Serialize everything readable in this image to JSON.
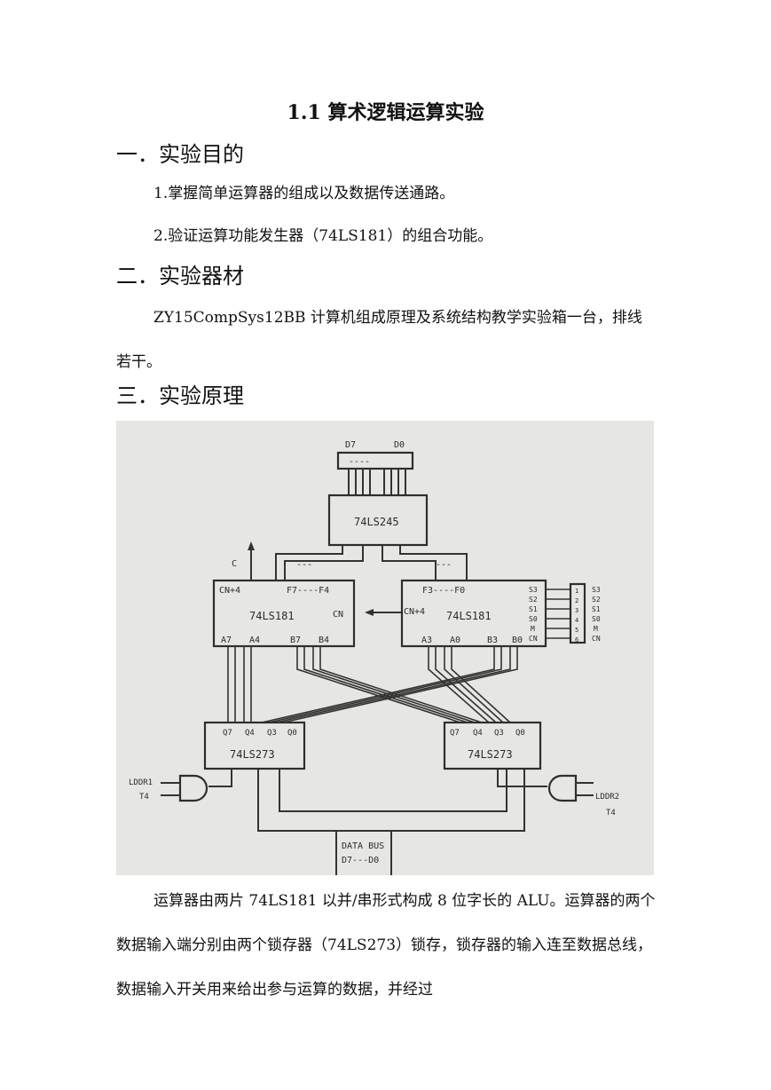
{
  "doc": {
    "title": "1.1 算术逻辑运算实验",
    "sections": [
      {
        "heading": "一．实验目的",
        "items": [
          "1.掌握简单运算器的组成以及数据传送通路。",
          "2.验证运算功能发生器（74LS181）的组合功能。"
        ]
      },
      {
        "heading": "二．实验器材",
        "text": "ZY15CompSys12BB 计算机组成原理及系统结构教学实验箱一台，排线若干。"
      },
      {
        "heading": "三．实验原理",
        "text": "运算器由两片 74LS181 以并/串形式构成 8 位字长的 ALU。运算器的两个数据输入端分别由两个锁存器（74LS273）锁存，锁存器的输入连至数据总线，数据输入开关用来给出参与运算的数据，并经过"
      }
    ]
  },
  "figure": {
    "bus_top": {
      "left": "D7",
      "right": "D0",
      "dashes": "----"
    },
    "transceiver": "74LS245",
    "alu_left": {
      "name": "74LS181",
      "cn4": "CN+4",
      "f": "F7----F4",
      "cn": "CN",
      "a_hi": "A7",
      "a_lo": "A4",
      "b_hi": "B7",
      "b_lo": "B4"
    },
    "alu_right": {
      "name": "74LS181",
      "cn4": "CN+4",
      "f": "F3----F0",
      "a_hi": "A3",
      "a_lo": "A0",
      "b_hi": "B3",
      "b_lo": "B0",
      "ctrl": [
        "S3",
        "S2",
        "S1",
        "S0",
        "M",
        "CN"
      ]
    },
    "dashes": "---",
    "latch_left": {
      "name": "74LS273",
      "q": [
        "Q7",
        "Q4",
        "Q3",
        "Q0"
      ],
      "signal": "LDDR1",
      "clock": "T4"
    },
    "latch_right": {
      "name": "74LS273",
      "q": [
        "Q7",
        "Q4",
        "Q3",
        "Q0"
      ],
      "signal": "LDDR2",
      "clock": "T4"
    },
    "data_bus": {
      "line1": "DATA BUS",
      "line2": "D7---D0"
    },
    "cn_out": "C",
    "switch_nums": [
      "1",
      "2",
      "3",
      "4",
      "5",
      "6"
    ]
  }
}
